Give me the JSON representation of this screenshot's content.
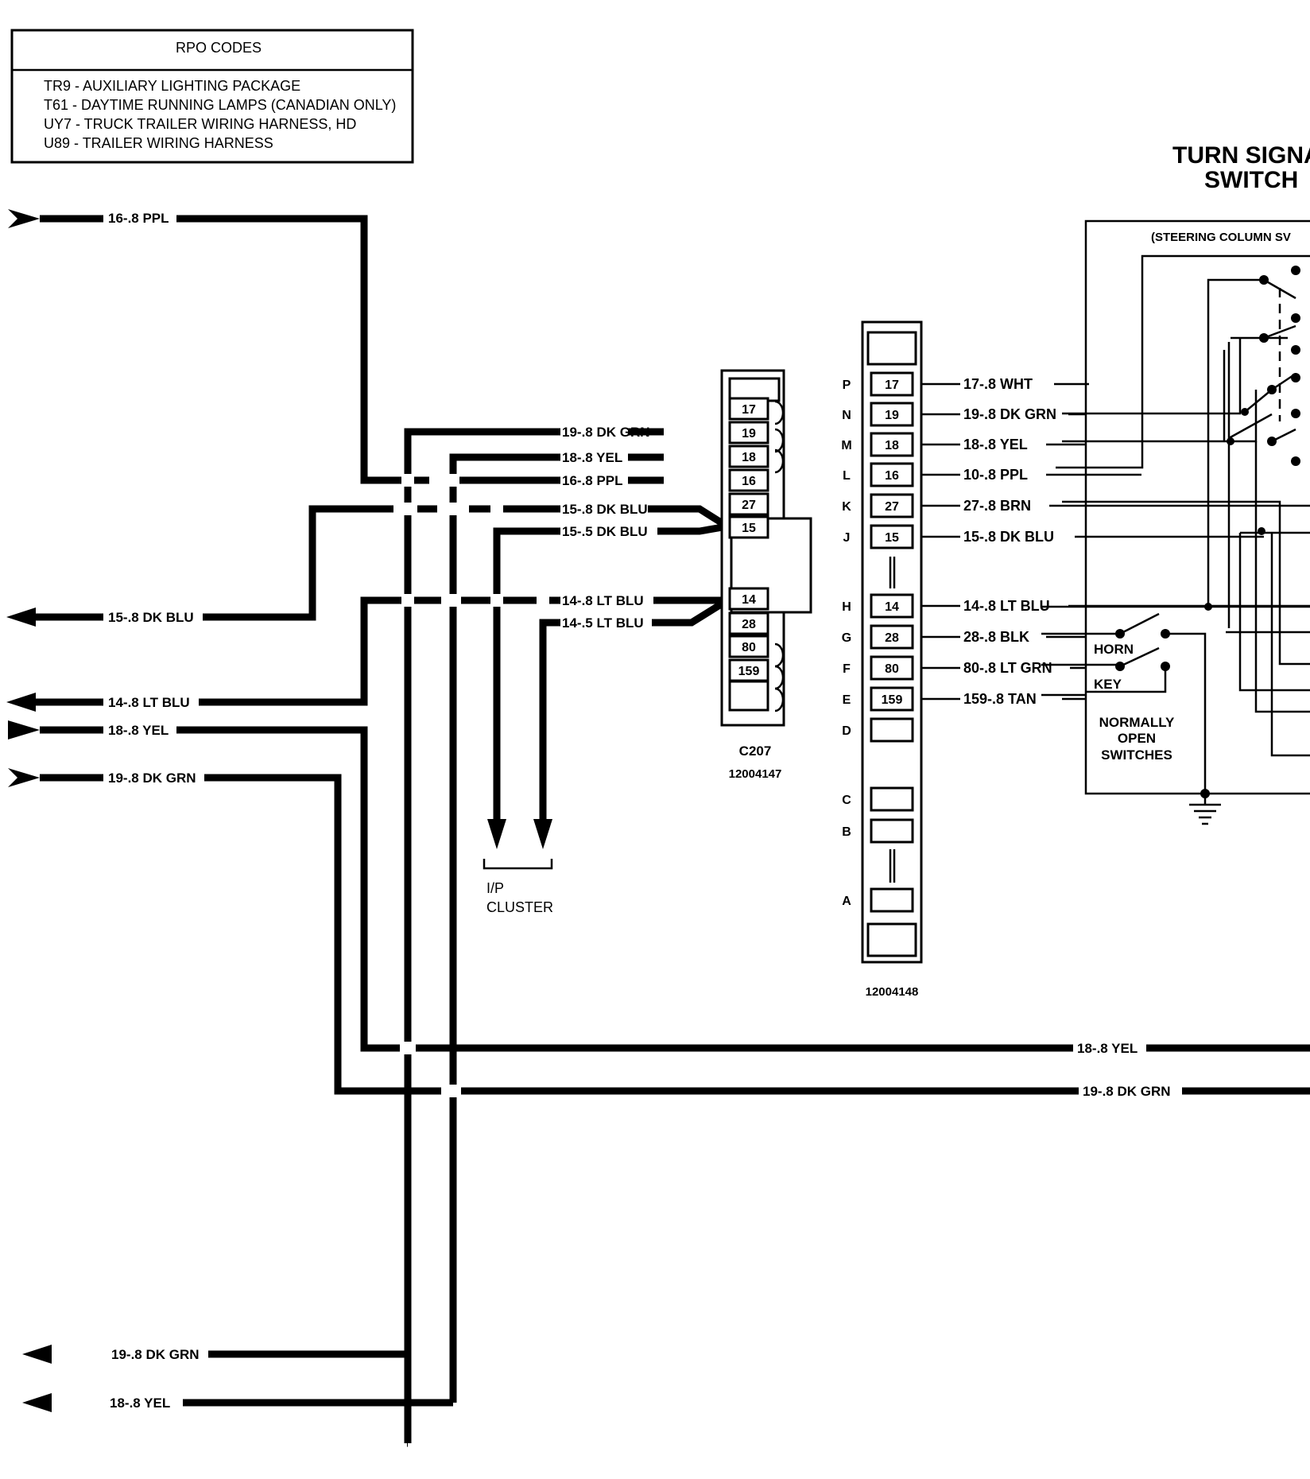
{
  "rpo_box": {
    "title": "RPO CODES",
    "rows": [
      "TR9 - AUXILIARY LIGHTING PACKAGE",
      "T61 - DAYTIME RUNNING LAMPS (CANADIAN ONLY)",
      "UY7 - TRUCK TRAILER WIRING HARNESS, HD",
      "U89 - TRAILER WIRING HARNESS"
    ]
  },
  "switch_title": {
    "line1": "TURN SIGNA",
    "line2": "SWITCH"
  },
  "steering_label": "(STEERING COLUMN SV",
  "left_wires": {
    "ppl": "16-.8 PPL",
    "dkblu": "15-.8 DK BLU",
    "ltblu": "14-.8 LT BLU",
    "yel": "18-.8 YEL",
    "dkgrn": "19-.8 DK GRN"
  },
  "bottom_wires": {
    "dkgrn": "19-.8 DK GRN",
    "yel": "18-.8 YEL"
  },
  "horizontal_wires": {
    "yel": "18-.8 YEL",
    "dkgrn": "19-.8 DK GRN"
  },
  "c207_wires": {
    "w19": "19-.8 DK GRN",
    "w18": "18-.8 YEL",
    "w16": "16-.8 PPL",
    "w15a": "15-.8 DK BLU",
    "w15b": "15-.5 DK BLU",
    "w14a": "14-.8 LT BLU",
    "w14b": "14-.5 LT BLU"
  },
  "c207": {
    "name": "C207",
    "part": "12004147",
    "pins": [
      "17",
      "19",
      "18",
      "16",
      "27",
      "15",
      "14",
      "28",
      "80",
      "159"
    ]
  },
  "ip_cluster": {
    "line1": "I/P",
    "line2": "CLUSTER"
  },
  "connector2": {
    "part": "12004148",
    "letters": [
      "P",
      "N",
      "M",
      "L",
      "K",
      "J",
      "H",
      "G",
      "F",
      "E",
      "D",
      "C",
      "B",
      "A"
    ],
    "pins": [
      "17",
      "19",
      "18",
      "16",
      "27",
      "15",
      "14",
      "28",
      "80",
      "159"
    ]
  },
  "right_wires": [
    "17-.8 WHT",
    "19-.8 DK GRN",
    "18-.8 YEL",
    "10-.8 PPL",
    "27-.8 BRN",
    "15-.8 DK BLU",
    "14-.8 LT BLU",
    "28-.8 BLK",
    "80-.8 LT GRN",
    "159-.8 TAN"
  ],
  "switch_labels": {
    "horn": "HORN",
    "key": "KEY",
    "note1": "NORMALLY",
    "note2": "OPEN",
    "note3": "SWITCHES"
  }
}
